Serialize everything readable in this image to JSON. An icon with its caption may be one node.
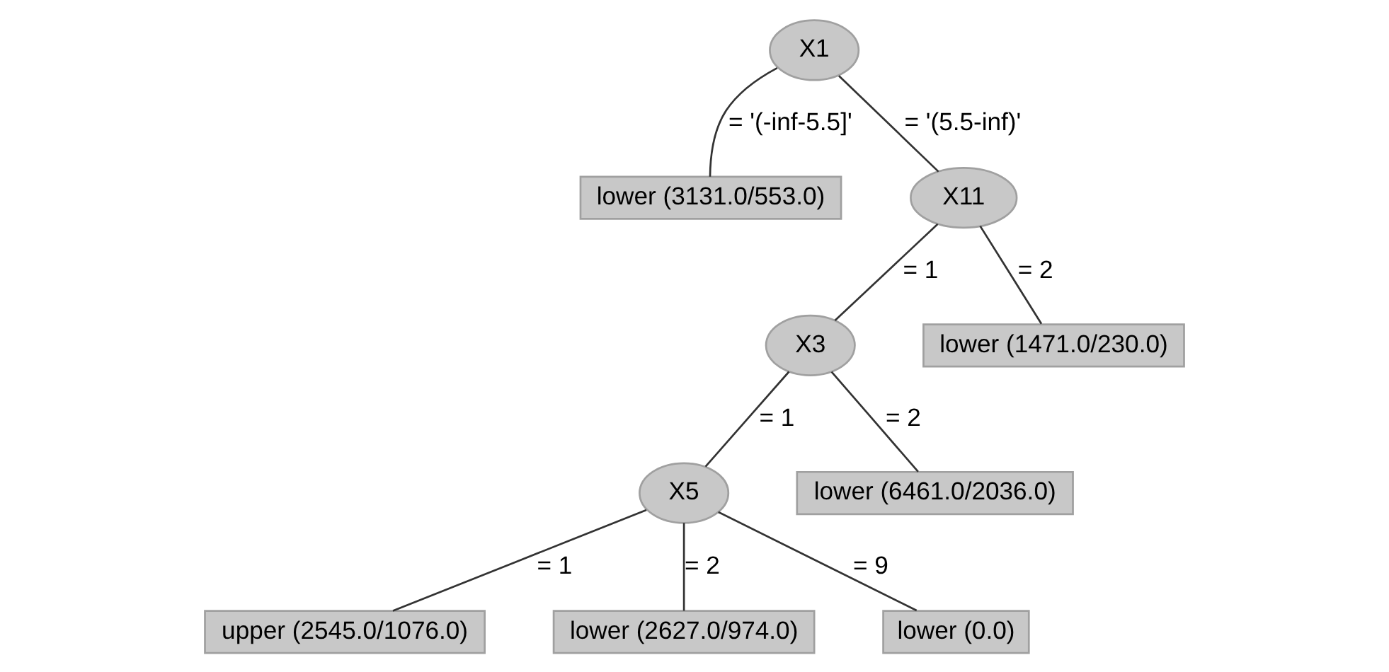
{
  "diagram": {
    "nodes": [
      {
        "text": [
          "X1"
        ]
      },
      {
        "text": [
          "lower (3131.0/553.0)"
        ]
      },
      {
        "text": [
          "X11"
        ]
      },
      {
        "text": [
          "X3"
        ]
      },
      {
        "text": [
          "lower (1471.0/230.0)"
        ]
      },
      {
        "text": [
          "X5"
        ]
      },
      {
        "text": [
          "lower (6461.0/2036.0)"
        ]
      },
      {
        "text": [
          "upper (2545.0/1076.0)"
        ]
      },
      {
        "text": [
          "lower (2627.0/974.0)"
        ]
      },
      {
        "text": [
          "lower (0.0)"
        ]
      }
    ],
    "edges": [
      {
        "from": 0,
        "to": 1,
        "arrow": "none",
        "label": "= '(-inf-5.5]'"
      },
      {
        "from": 0,
        "to": 2,
        "arrow": "none",
        "label": "= '(5.5-inf)'"
      },
      {
        "from": 2,
        "to": 3,
        "arrow": "none",
        "label": "= 1"
      },
      {
        "from": 2,
        "to": 4,
        "arrow": "none",
        "label": "= 2"
      },
      {
        "from": 3,
        "to": 5,
        "arrow": "none",
        "label": "= 1"
      },
      {
        "from": 3,
        "to": 6,
        "arrow": "none",
        "label": "= 2"
      },
      {
        "from": 5,
        "to": 7,
        "arrow": "none",
        "label": "= 1"
      },
      {
        "from": 5,
        "to": 8,
        "arrow": "none",
        "label": "= 2"
      },
      {
        "from": 5,
        "to": 9,
        "arrow": "none",
        "label": "= 9"
      }
    ]
  }
}
